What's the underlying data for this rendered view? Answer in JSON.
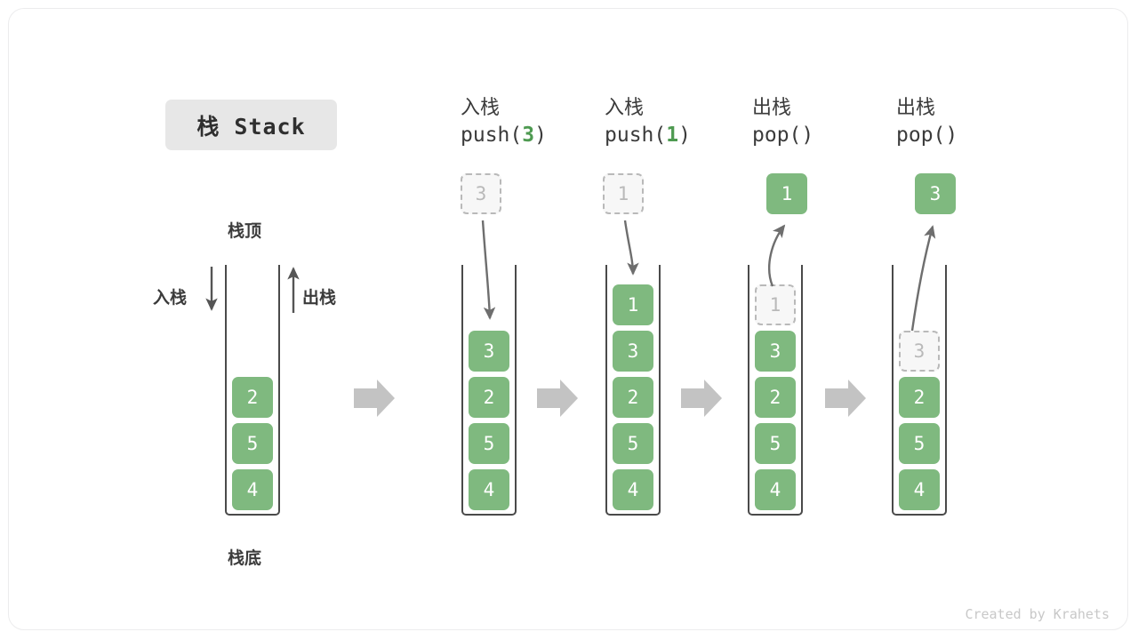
{
  "title": {
    "badge": "栈 Stack"
  },
  "left_diagram": {
    "top_label": "栈顶",
    "bottom_label": "栈底",
    "push_label": "入栈",
    "pop_label": "出栈",
    "cells": [
      "2",
      "5",
      "4"
    ]
  },
  "columns": [
    {
      "cn": "入栈",
      "code_prefix": "push(",
      "code_arg": "3",
      "code_suffix": ")",
      "floating": {
        "value": "3",
        "style": "ghost"
      },
      "arrow": "down-into-stack",
      "cells": [
        {
          "value": "3",
          "style": "solid"
        },
        {
          "value": "2",
          "style": "solid"
        },
        {
          "value": "5",
          "style": "solid"
        },
        {
          "value": "4",
          "style": "solid"
        }
      ]
    },
    {
      "cn": "入栈",
      "code_prefix": "push(",
      "code_arg": "1",
      "code_suffix": ")",
      "floating": {
        "value": "1",
        "style": "ghost"
      },
      "arrow": "down-into-stack",
      "cells": [
        {
          "value": "1",
          "style": "solid"
        },
        {
          "value": "3",
          "style": "solid"
        },
        {
          "value": "2",
          "style": "solid"
        },
        {
          "value": "5",
          "style": "solid"
        },
        {
          "value": "4",
          "style": "solid"
        }
      ]
    },
    {
      "cn": "出栈",
      "code_prefix": "pop(",
      "code_arg": "",
      "code_suffix": ")",
      "floating": {
        "value": "1",
        "style": "solid"
      },
      "arrow": "up-out-of-stack",
      "cells": [
        {
          "value": "1",
          "style": "ghost"
        },
        {
          "value": "3",
          "style": "solid"
        },
        {
          "value": "2",
          "style": "solid"
        },
        {
          "value": "5",
          "style": "solid"
        },
        {
          "value": "4",
          "style": "solid"
        }
      ]
    },
    {
      "cn": "出栈",
      "code_prefix": "pop(",
      "code_arg": "",
      "code_suffix": ")",
      "floating": {
        "value": "3",
        "style": "solid"
      },
      "arrow": "up-out-of-stack",
      "cells": [
        {
          "value": "3",
          "style": "ghost"
        },
        {
          "value": "2",
          "style": "solid"
        },
        {
          "value": "5",
          "style": "solid"
        },
        {
          "value": "4",
          "style": "solid"
        }
      ]
    }
  ],
  "transition_arrows": 4,
  "colors": {
    "green": "#7fb97f",
    "green_text": "#4e9a51",
    "ghost_gray": "#b9b9b9",
    "arrow_gray": "#6e6e6e",
    "block_arrow": "#c3c3c3",
    "badge_bg": "#e7e7e7"
  },
  "credit": "Created by Krahets"
}
